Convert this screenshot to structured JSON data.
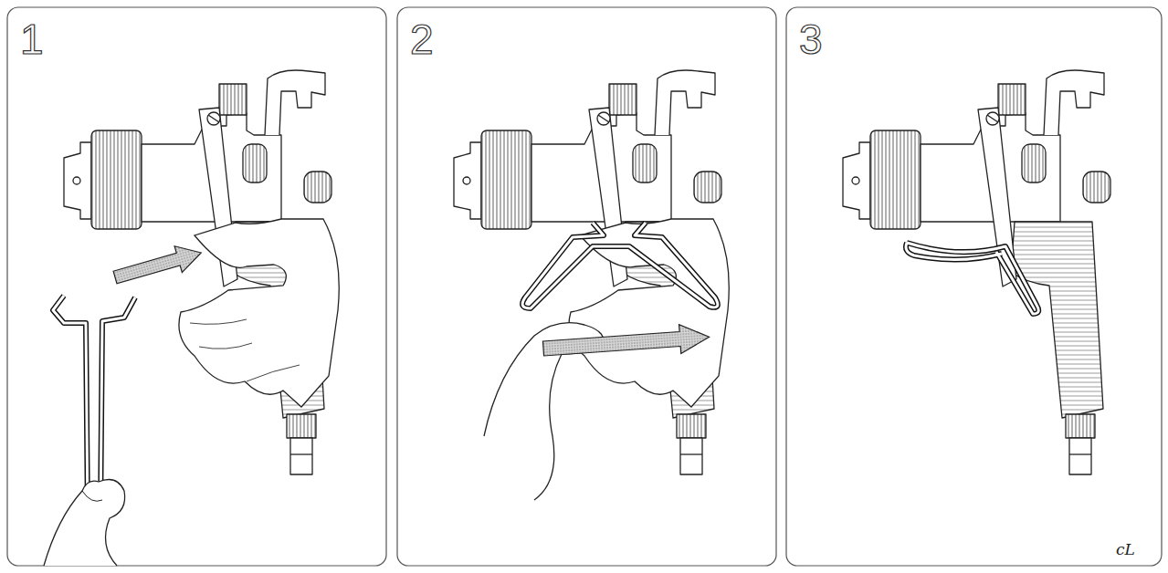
{
  "diagram": {
    "labels": [
      "1",
      "2",
      "3",
      "cL"
    ]
  }
}
